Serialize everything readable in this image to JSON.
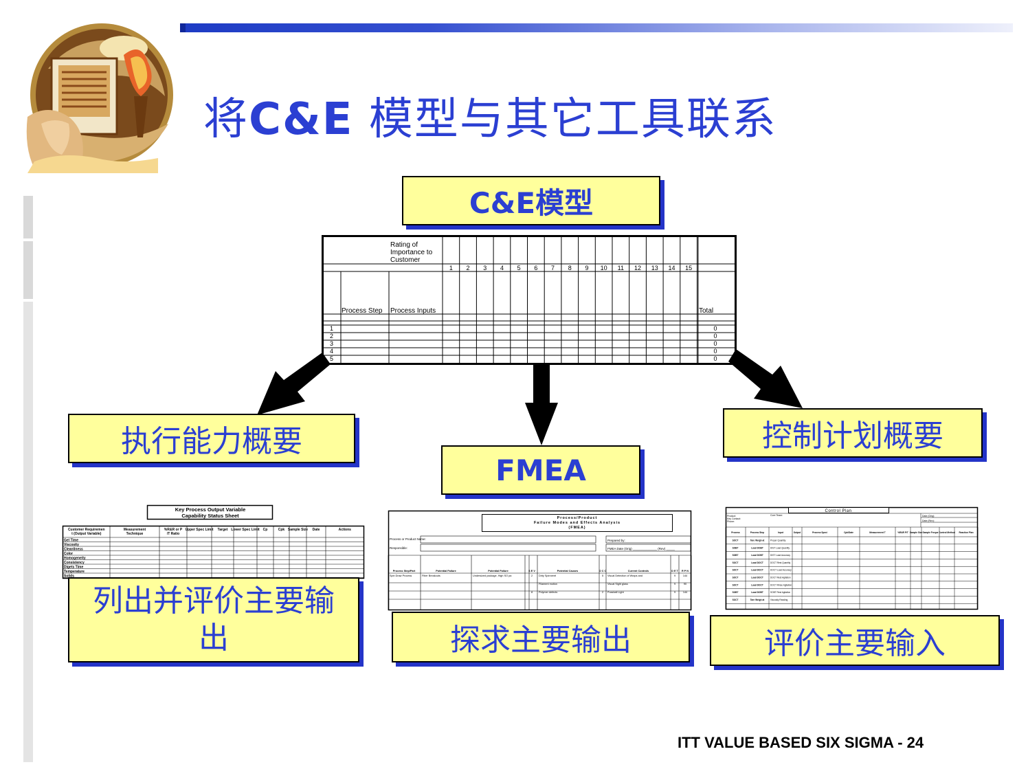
{
  "header": {
    "title_prefix": "将",
    "title_bold": "C&E",
    "title_suffix": " 模型与其它工具联系"
  },
  "boxes": {
    "ce_model": "C&E模型",
    "capability": "执行能力概要",
    "fmea": "FMEA",
    "control_plan": "控制计划概要",
    "list_outputs_line1": "列出并评价主要输",
    "list_outputs_line2": "出",
    "explore_outputs": "探求主要输出",
    "evaluate_inputs": "评价主要输入"
  },
  "ce_matrix": {
    "rating_line1": "Rating of",
    "rating_line2": "Importance to",
    "rating_line3": "Customer",
    "columns": [
      "1",
      "2",
      "3",
      "4",
      "5",
      "6",
      "7",
      "8",
      "9",
      "10",
      "11",
      "12",
      "13",
      "14",
      "15"
    ],
    "process_step": "Process Step",
    "process_inputs": "Process Inputs",
    "total": "Total",
    "rows": [
      "1",
      "2",
      "3",
      "4",
      "5"
    ],
    "totals": [
      "0",
      "0",
      "0",
      "0",
      "0"
    ]
  },
  "capability_sheet": {
    "title_line1": "Key Process Output Variable",
    "title_line2": "Capability Status Sheet",
    "headers": [
      "Customer Requirement (Output Variable)",
      "Measurement Technique",
      "%R&R or P/T Ratio",
      "Upper Spec Limit",
      "Target",
      "Lower Spec Limit",
      "Cp",
      "Cpk",
      "Sample Size",
      "Date",
      "Actions"
    ],
    "rows": [
      "Gel Time",
      "Viscosity",
      "Cleanliness",
      "Color",
      "Homogeneity",
      "Consistency",
      "Digets Time",
      "Temperature",
      "Solids"
    ]
  },
  "fmea_form": {
    "title_line1": "Process/Product",
    "title_line2": "Failure Modes and Effects Analysis",
    "title_line3": "(FMEA)",
    "process_label": "Process or Product Name:",
    "responsible_label": "Responsible:",
    "prepared_label": "Prepared by:",
    "date_label": "FMEA Date (Orig) ______________ (Rev) _____",
    "headers": [
      "Process Step/Part Number",
      "Potential Failure Mode",
      "Potential Failure Effects",
      "S E V",
      "Potential Causes",
      "O C C",
      "Current Controls",
      "D E T",
      "R P N"
    ],
    "row1": [
      "Spin Draw Process",
      "Fiber Breakouts",
      "Undersized package, High SO panel-hours lost",
      "2",
      "Dirty Spinneret",
      "5",
      "Visual Detection of Wraps and broken Filaments",
      "9",
      "144"
    ],
    "row2": [
      "",
      "",
      "",
      "",
      "Filament motion",
      "",
      "Visual Sight glass",
      "9",
      "90"
    ],
    "row3": [
      "",
      "",
      "",
      "8",
      "Polymer defects",
      "2",
      "Pussball Light",
      "9",
      "144"
    ]
  },
  "control_plan": {
    "title": "Control Plan",
    "meta": [
      "Product:",
      "Key Contact:",
      "Phone:",
      "Core Team:",
      "Date (Orig):",
      "Date (Rev):"
    ],
    "headers": [
      "Process",
      "Process Step",
      "Input",
      "Output",
      "Process Specification (LSL, USL, Target)",
      "Cpk/Date",
      "Measurement Technique",
      "%R&R P/T",
      "Sample Size",
      "Sample Frequency",
      "Control Method",
      "Reaction Plan"
    ],
    "rows": [
      [
        "SOCT",
        "Tare Weigh at",
        "Proper Quantity"
      ],
      [
        "SOBT",
        "Load DOBT",
        "DIST Load Quantity"
      ],
      [
        "SOBT",
        "Load DOBT",
        "DIST Load Accuracy"
      ],
      [
        "SOCT",
        "Load DOCT",
        "DOCT Rest Quantity"
      ],
      [
        "SOCT",
        "Load DOCT",
        "DOCT Load Accuracy"
      ],
      [
        "SOCT",
        "Load DOCT",
        "DOCT Rest Agitation"
      ],
      [
        "SOCT",
        "Load DOCT",
        "DOCT Rinse Agitation"
      ],
      [
        "SOBT",
        "Load DOBT",
        "SOBT Rest Agitation"
      ],
      [
        "SOCT",
        "Tare Weigh at",
        "Viscosity Reading"
      ]
    ]
  },
  "footer": "ITT VALUE BASED SIX SIGMA - 24",
  "colors": {
    "title_blue": "#2b3fd2",
    "box_fill": "#ffff9c",
    "box_shadow": "#2434c8"
  }
}
